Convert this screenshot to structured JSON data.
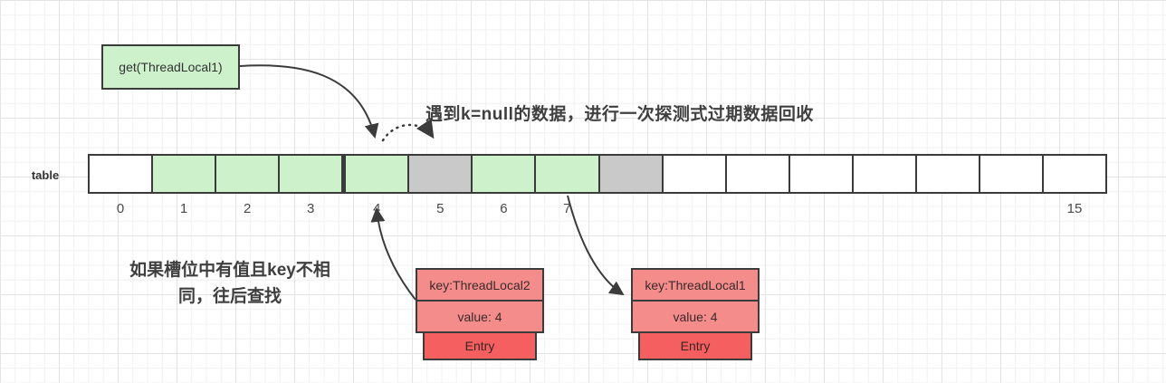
{
  "colors": {
    "slot_green": "#cdf2cb",
    "slot_gray": "#c9c9c9",
    "slot_white": "#ffffff",
    "entry_row": "#f58c8c",
    "entry_footer": "#f55f5f",
    "stroke": "#3b3b3b",
    "grid_minor": "#f0f0f0",
    "grid_major": "#e3e3e3"
  },
  "get_box": {
    "label": "get(ThreadLocal1)"
  },
  "annotations": {
    "probe_note": "遇到k=null的数据，进行一次探测式过期数据回收",
    "slot_note_lines": [
      "如果槽位中有值且key不相",
      "同，往后查找"
    ]
  },
  "table": {
    "caption": "table",
    "cells": [
      {
        "fill": "white",
        "label": "0"
      },
      {
        "fill": "green",
        "label": "1"
      },
      {
        "fill": "green",
        "label": "2"
      },
      {
        "fill": "green",
        "label": "3"
      },
      {
        "fill": "green",
        "label": "4"
      },
      {
        "fill": "gray",
        "label": "5"
      },
      {
        "fill": "green",
        "label": "6"
      },
      {
        "fill": "green",
        "label": "7"
      },
      {
        "fill": "gray",
        "label": ""
      },
      {
        "fill": "white",
        "label": ""
      },
      {
        "fill": "white",
        "label": ""
      },
      {
        "fill": "white",
        "label": ""
      },
      {
        "fill": "white",
        "label": ""
      },
      {
        "fill": "white",
        "label": ""
      },
      {
        "fill": "white",
        "label": ""
      },
      {
        "fill": "white",
        "label": "15"
      }
    ]
  },
  "entries": [
    {
      "key": "key:ThreadLocal2",
      "value": "value: 4",
      "footer": "Entry"
    },
    {
      "key": "key:ThreadLocal1",
      "value": "value: 4",
      "footer": "Entry"
    }
  ]
}
